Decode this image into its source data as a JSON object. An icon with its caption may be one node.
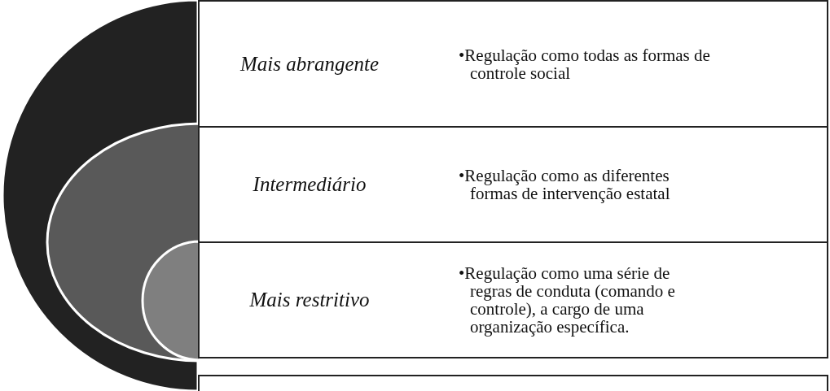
{
  "diagram": {
    "nodes": [
      {
        "text": [],
        "shape": "circle"
      },
      {
        "text": [],
        "shape": "circle",
        "in": 0
      },
      {
        "text": [],
        "shape": "circle",
        "in": 1
      },
      {
        "text": [
          "Mais abrangente",
          "•Regulação como todas as formas de controle social"
        ]
      },
      {
        "text": [
          "Intermediário",
          "•Regulação como as diferentes formas de intervenção estatal"
        ]
      },
      {
        "text": [
          "Mais restritivo",
          "•Regulação como uma série de regras de conduta (comando e controle), a cargo de uma organização específica."
        ]
      },
      {
        "text": [],
        "shape": "box"
      }
    ],
    "edges": []
  }
}
